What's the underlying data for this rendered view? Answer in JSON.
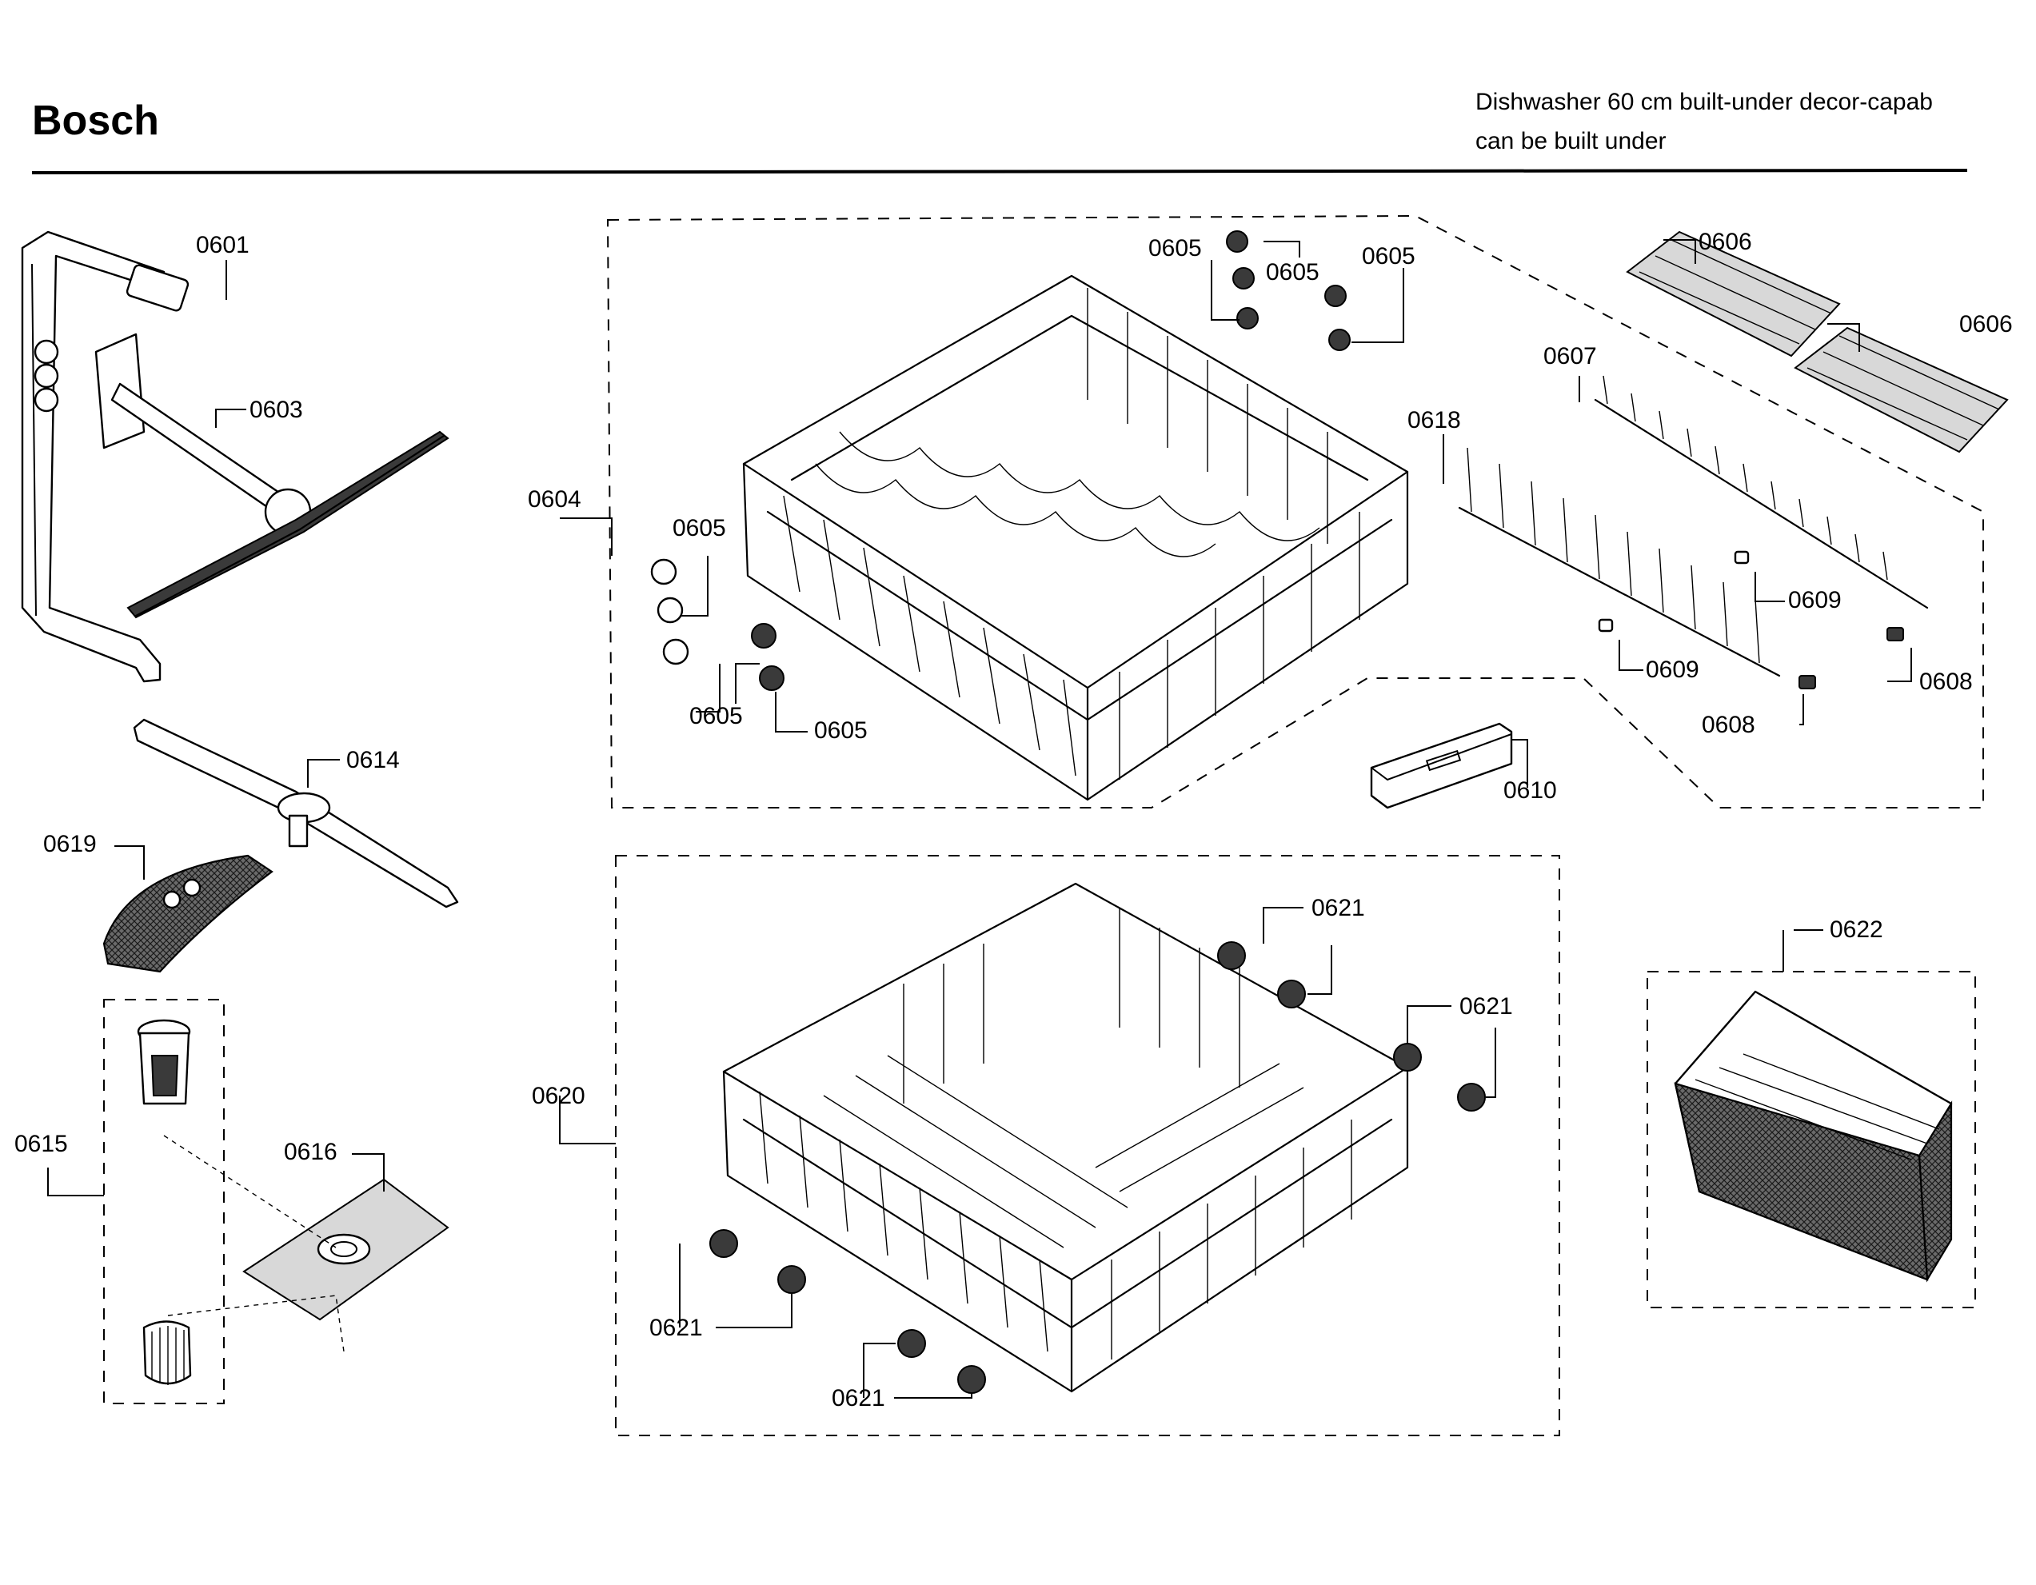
{
  "header": {
    "brand": "Bosch",
    "subtitle_line1": "Dishwasher 60 cm built-under decor-capab",
    "subtitle_line2": "can be built under"
  },
  "callouts": {
    "c0601": "0601",
    "c0603": "0603",
    "c0604": "0604",
    "c0605_a": "0605",
    "c0605_b": "0605",
    "c0605_c": "0605",
    "c0605_d": "0605",
    "c0605_e": "0605",
    "c0605_f": "0605",
    "c0606_a": "0606",
    "c0606_b": "0606",
    "c0607": "0607",
    "c0608_a": "0608",
    "c0608_b": "0608",
    "c0609_a": "0609",
    "c0609_b": "0609",
    "c0610": "0610",
    "c0614": "0614",
    "c0615": "0615",
    "c0616": "0616",
    "c0618": "0618",
    "c0619": "0619",
    "c0620": "0620",
    "c0621_a": "0621",
    "c0621_b": "0621",
    "c0621_c": "0621",
    "c0621_d": "0621",
    "c0622": "0622"
  },
  "colors": {
    "ink": "#000000",
    "paper": "#ffffff"
  }
}
